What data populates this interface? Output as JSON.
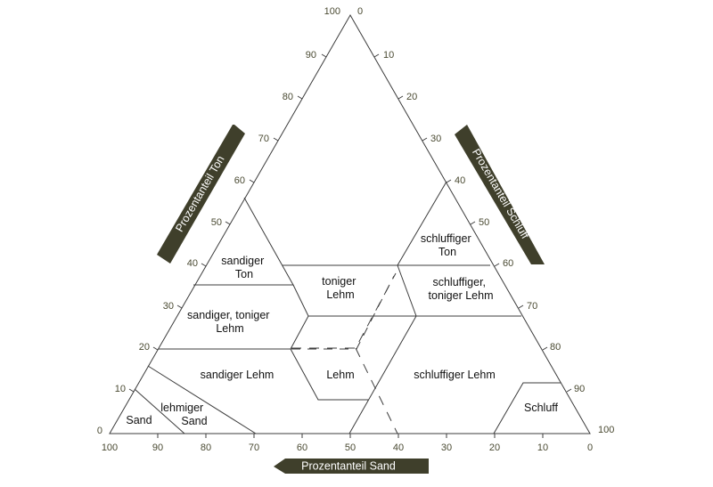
{
  "diagram": {
    "type": "ternary-soil-texture",
    "background": "#ffffff",
    "line_color": "#3c3c3c",
    "banner_color": "#3f3f2b",
    "tick_color": "#4a4a32",
    "axes": {
      "clay": {
        "title": "Prozentanteil Ton"
      },
      "silt": {
        "title": "Prozentanteil Schluff"
      },
      "sand": {
        "title": "Prozentanteil Sand"
      }
    },
    "ticks": {
      "apex": [
        "100",
        "0"
      ],
      "left": [
        "90",
        "80",
        "70",
        "60",
        "50",
        "40",
        "30",
        "20",
        "10",
        "0"
      ],
      "right": [
        "10",
        "20",
        "30",
        "40",
        "50",
        "60",
        "70",
        "80",
        "90",
        "100"
      ],
      "bottom": [
        "100",
        "90",
        "80",
        "70",
        "60",
        "50",
        "40",
        "30",
        "20",
        "10",
        "0"
      ]
    },
    "regions": [
      {
        "name": "sandiger-ton",
        "lines": [
          "sandiger",
          "Ton"
        ]
      },
      {
        "name": "toniger-lehm",
        "lines": [
          "toniger",
          "Lehm"
        ]
      },
      {
        "name": "schluffiger-ton",
        "lines": [
          "schluffiger",
          "Ton"
        ]
      },
      {
        "name": "sandiger-toniger-lehm",
        "lines": [
          "sandiger, toniger",
          "Lehm"
        ]
      },
      {
        "name": "schluffiger-toniger-lehm",
        "lines": [
          "schluffiger,",
          "toniger Lehm"
        ]
      },
      {
        "name": "sandiger-lehm",
        "lines": [
          "sandiger Lehm"
        ]
      },
      {
        "name": "lehm",
        "lines": [
          "Lehm"
        ]
      },
      {
        "name": "schluffiger-lehm",
        "lines": [
          "schluffiger Lehm"
        ]
      },
      {
        "name": "sand",
        "lines": [
          "Sand"
        ]
      },
      {
        "name": "lehmiger-sand",
        "lines": [
          "lehmiger",
          "Sand"
        ]
      },
      {
        "name": "schluff",
        "lines": [
          "Schluff"
        ]
      }
    ]
  }
}
